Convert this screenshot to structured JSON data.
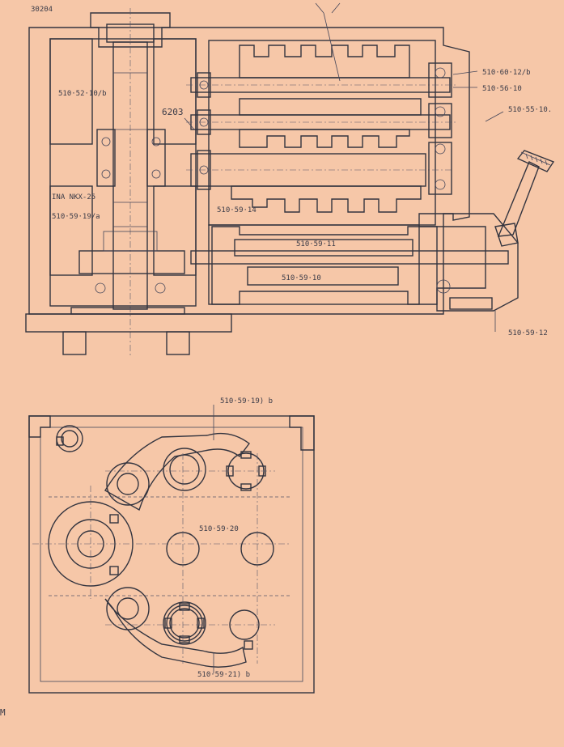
{
  "sheet": {
    "number": "30204",
    "corner_mark": "M"
  },
  "labels": {
    "part_510_52_10b": "510·52·10/b",
    "part_510_60_12b": "510·60·12/b",
    "part_510_56_10": "510·56·10",
    "part_510_55_10": "510·55·10.",
    "bearing_6203": "6203",
    "ina_nkx": "INA NKX-25",
    "part_510_59_19a": "510·59·19/a",
    "part_510_59_14": "510·59·14",
    "part_510_59_11": "510·59·11",
    "part_510_59_10": "510·59·10",
    "part_510_59_12": "510·59·12",
    "part_510_59_19b": "510·59·19) b",
    "part_510_59_20": "510·59·20",
    "part_510_59_21b": "510·59·21) b"
  },
  "colors": {
    "paper": "#f6c7a8",
    "ink": "#33343f"
  }
}
